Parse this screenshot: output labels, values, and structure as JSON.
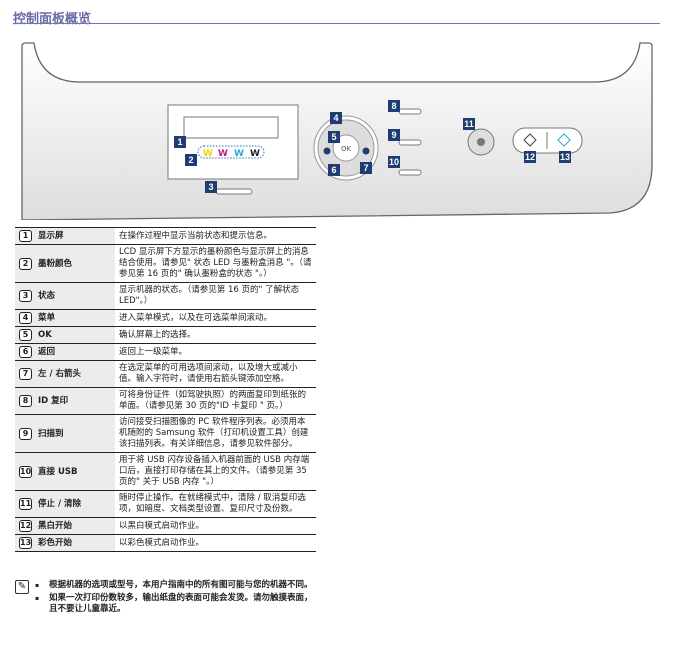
{
  "title": "控制面板概览",
  "panel": {
    "ok_label": "OK",
    "badges": [
      "1",
      "2",
      "3",
      "4",
      "5",
      "6",
      "7",
      "8",
      "9",
      "10",
      "11",
      "12",
      "13"
    ],
    "colors": {
      "badge": "#1f3d73",
      "cyan": "#2aa6df",
      "magenta": "#c0188a",
      "yellow": "#f2d400",
      "black": "#222222"
    }
  },
  "rows": [
    {
      "num": "1",
      "label": "显示屏",
      "desc": "在操作过程中显示当前状态和提示信息。"
    },
    {
      "num": "2",
      "label": "墨粉颜色",
      "desc": "LCD 显示屏下方显示的墨粉颜色与显示屏上的消息结合使用。请参见\" 状态 LED 与墨粉盒消息 \"。（请参见第 16 页的\" 确认墨粉盒的状态 \"。）"
    },
    {
      "num": "3",
      "label": "状态",
      "desc": "显示机器的状态。（请参见第 16 页的\" 了解状态 LED\"。）"
    },
    {
      "num": "4",
      "label": "菜单",
      "desc": "进入菜单模式，以及在可选菜单间滚动。"
    },
    {
      "num": "5",
      "label": "OK",
      "desc": "确认屏幕上的选择。"
    },
    {
      "num": "6",
      "label": "返回",
      "desc": "返回上一级菜单。"
    },
    {
      "num": "7",
      "label": "左 / 右箭头",
      "desc": "在选定菜单的可用选项间滚动，以及增大或减小值。输入字符时，请使用右箭头键添加空格。"
    },
    {
      "num": "8",
      "label": "ID 复印",
      "desc": "可将身份证件（如驾驶执照）的两面复印到纸张的单面。（请参见第 30 页的\"ID 卡复印 \" 页。）"
    },
    {
      "num": "9",
      "label": "扫描到",
      "desc": "访问接受扫描图像的 PC 软件程序列表。必须用本机随附的 Samsung 软件（打印机设置工具）创建该扫描列表。有关详细信息，请参见软件部分。"
    },
    {
      "num": "10",
      "label": "直接 USB",
      "desc": "用于将 USB 闪存设备插入机器前面的 USB 内存端口后，直接打印存储在其上的文件。（请参见第 35 页的\" 关于 USB 内存 \"。）"
    },
    {
      "num": "11",
      "label": "停止 / 清除",
      "desc": "随时停止操作。在就绪模式中，清除 / 取消复印选项，如暗度、文档类型设置、复印尺寸及份数。"
    },
    {
      "num": "12",
      "label": "黑白开始",
      "desc": "以黑白模式启动作业。"
    },
    {
      "num": "13",
      "label": "彩色开始",
      "desc": "以彩色模式启动作业。"
    }
  ],
  "notes": [
    "根据机器的选项或型号，本用户指南中的所有图可能与您的机器不同。",
    "如果一次打印份数较多，输出纸盘的表面可能会发烫。请勿触摸表面，且不要让儿童靠近。"
  ]
}
